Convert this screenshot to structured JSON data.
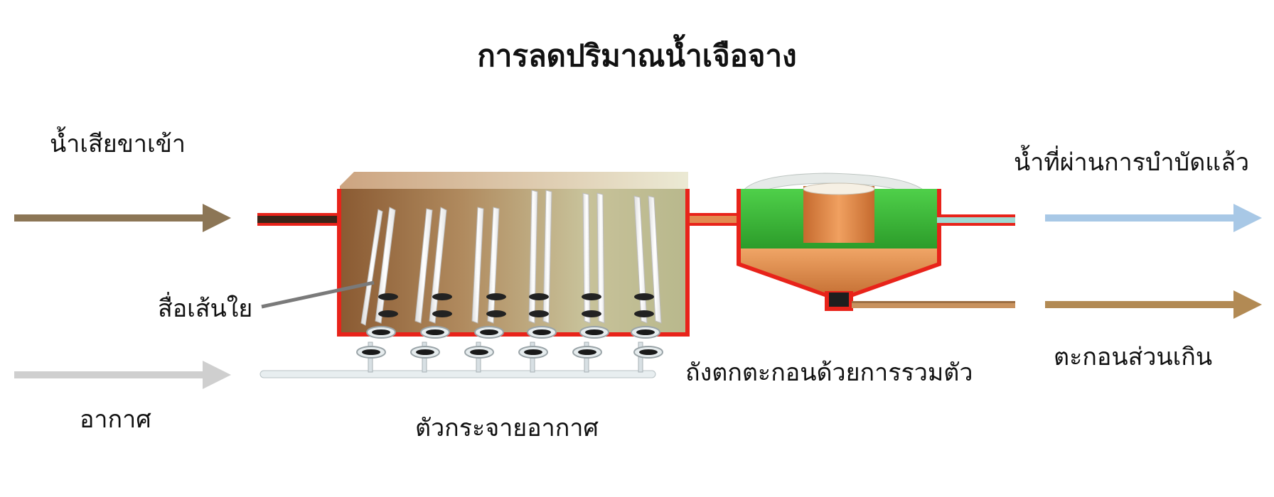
{
  "diagram": {
    "title": "การลดปริมาณน้ำเจือจาง",
    "labels": {
      "influent": "น้ำเสียขาเข้า",
      "air": "อากาศ",
      "fiber_media": "สื่อเส้นใย",
      "air_diffuser": "ตัวกระจายอากาศ",
      "clarifier": "ถังตกตะกอนด้วยการรวมตัว",
      "treated_water": "น้ำที่ผ่านการบำบัดแล้ว",
      "excess_sludge": "ตะกอนส่วนเกิน"
    },
    "colors": {
      "influent_arrow": "#8c7656",
      "air_arrow": "#cfcfcf",
      "treated_arrow": "#a8c8e6",
      "sludge_arrow": "#b28a54",
      "tank_frame": "#e8231a",
      "clarifier_green": "#3fbf3a",
      "sludge_orange": "#e2904e"
    }
  }
}
